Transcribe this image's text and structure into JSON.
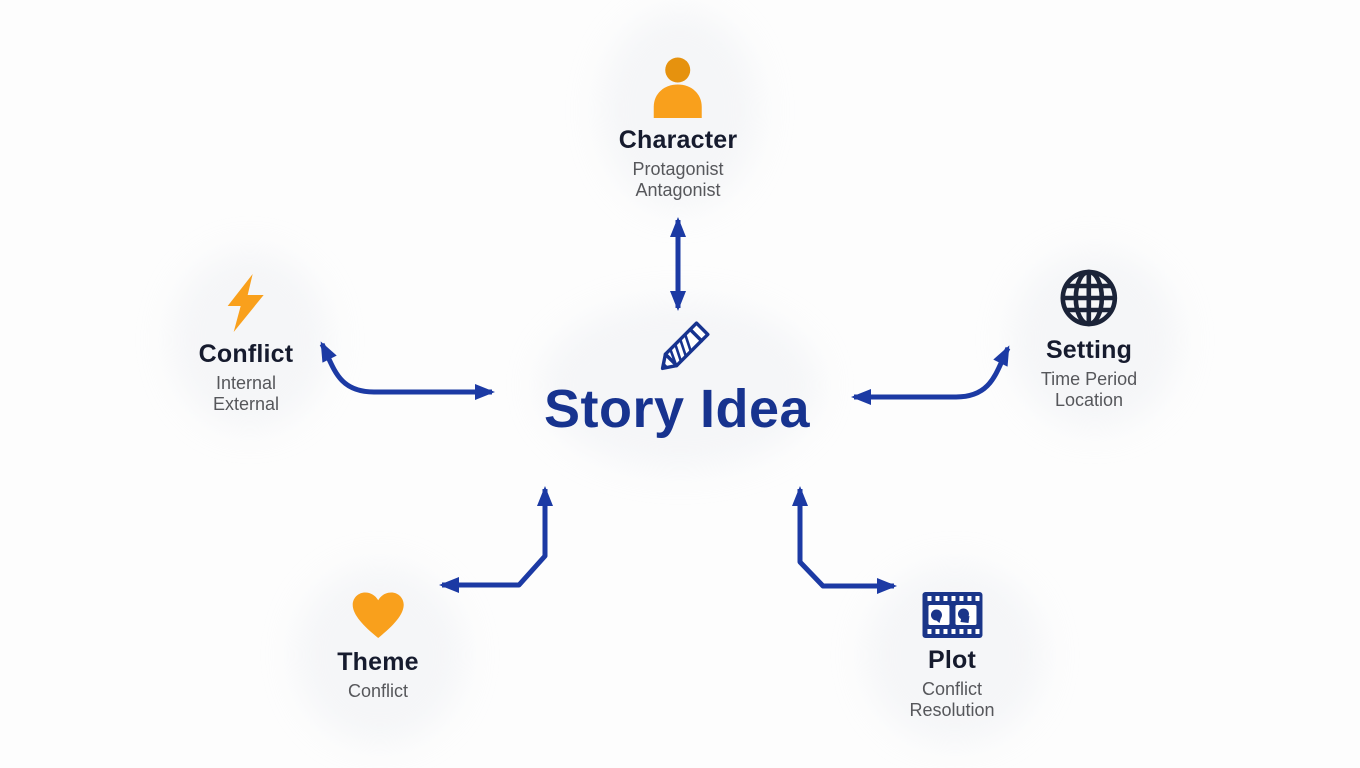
{
  "diagram": {
    "title": "Story Idea",
    "center": {
      "label": "Story Idea",
      "icon": "pencil-icon"
    },
    "nodes": {
      "character": {
        "label": "Character",
        "icon": "person-icon",
        "subtitles": [
          "Protagonist",
          "Antagonist"
        ]
      },
      "conflict": {
        "label": "Conflict",
        "icon": "lightning-bolt-icon",
        "subtitles": [
          "Internal",
          "External"
        ]
      },
      "setting": {
        "label": "Setting",
        "icon": "globe-icon",
        "subtitles": [
          "Time Period",
          "Location"
        ]
      },
      "theme": {
        "label": "Theme",
        "icon": "heart-icon",
        "subtitles": [
          "Conflict"
        ]
      },
      "plot": {
        "label": "Plot",
        "icon": "film-strip-icon",
        "subtitles": [
          "Conflict",
          "Resolution"
        ]
      }
    },
    "connections": [
      {
        "from": "character",
        "to": "center",
        "style": "double-headed-straight"
      },
      {
        "from": "conflict",
        "to": "center",
        "style": "double-headed-curved"
      },
      {
        "from": "setting",
        "to": "center",
        "style": "double-headed-curved"
      },
      {
        "from": "theme",
        "to": "center",
        "style": "double-headed-elbow"
      },
      {
        "from": "plot",
        "to": "center",
        "style": "double-headed-elbow"
      }
    ],
    "colors": {
      "background": "#fdfdfd",
      "arrow_blue": "#1c3aa4",
      "center_text_blue": "#17338f",
      "heading_navy": "#161b2e",
      "subtitle_gray": "#56575b",
      "accent_orange": "#f9a01c",
      "accent_orange_dark": "#e6920e",
      "icon_navy": "#1b2338",
      "filmstrip_navy": "#1a3589"
    }
  }
}
